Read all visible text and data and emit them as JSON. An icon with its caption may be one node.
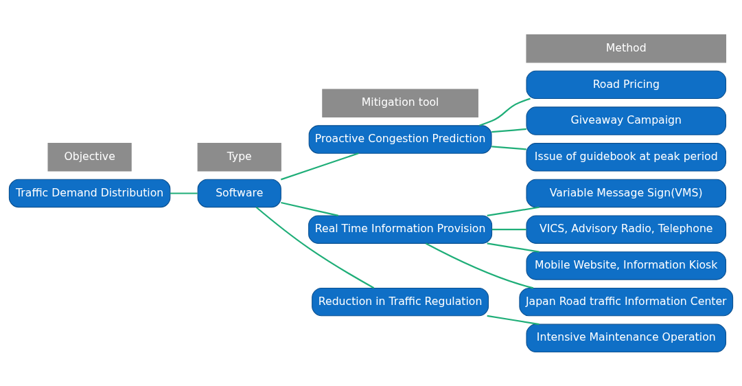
{
  "diagram": {
    "nodes": [
      {
        "text": [
          "Objective"
        ]
      },
      {
        "text": [
          "Type"
        ]
      },
      {
        "text": [
          "Mitigation tool"
        ]
      },
      {
        "text": [
          "Method"
        ]
      },
      {
        "text": [
          "Traffic Demand Distribution"
        ]
      },
      {
        "text": [
          "Software"
        ]
      },
      {
        "text": [
          "Proactive Congestion Prediction"
        ]
      },
      {
        "text": [
          "Real Time Information Provision"
        ]
      },
      {
        "text": [
          "Reduction in Traffic Regulation"
        ]
      },
      {
        "text": [
          "Road Pricing"
        ]
      },
      {
        "text": [
          "Giveaway Campaign"
        ]
      },
      {
        "text": [
          "Issue of guidebook at peak period"
        ]
      },
      {
        "text": [
          "Variable Message Sign(VMS)"
        ]
      },
      {
        "text": [
          "VICS, Advisory Radio, Telephone"
        ]
      },
      {
        "text": [
          "Mobile Website, Information Kiosk"
        ]
      },
      {
        "text": [
          "Japan Road traffic Information Center"
        ]
      },
      {
        "text": [
          "Intensive Maintenance Operation"
        ]
      }
    ],
    "edges": [
      {
        "from": 4,
        "to": 5,
        "arrow": "none"
      },
      {
        "from": 5,
        "to": 6,
        "arrow": "none"
      },
      {
        "from": 5,
        "to": 7,
        "arrow": "none"
      },
      {
        "from": 5,
        "to": 8,
        "arrow": "none"
      },
      {
        "from": 6,
        "to": 9,
        "arrow": "none"
      },
      {
        "from": 6,
        "to": 10,
        "arrow": "none"
      },
      {
        "from": 6,
        "to": 11,
        "arrow": "none"
      },
      {
        "from": 7,
        "to": 12,
        "arrow": "none"
      },
      {
        "from": 7,
        "to": 13,
        "arrow": "none"
      },
      {
        "from": 7,
        "to": 14,
        "arrow": "none"
      },
      {
        "from": 7,
        "to": 15,
        "arrow": "none"
      },
      {
        "from": 8,
        "to": 16,
        "arrow": "none"
      }
    ]
  }
}
